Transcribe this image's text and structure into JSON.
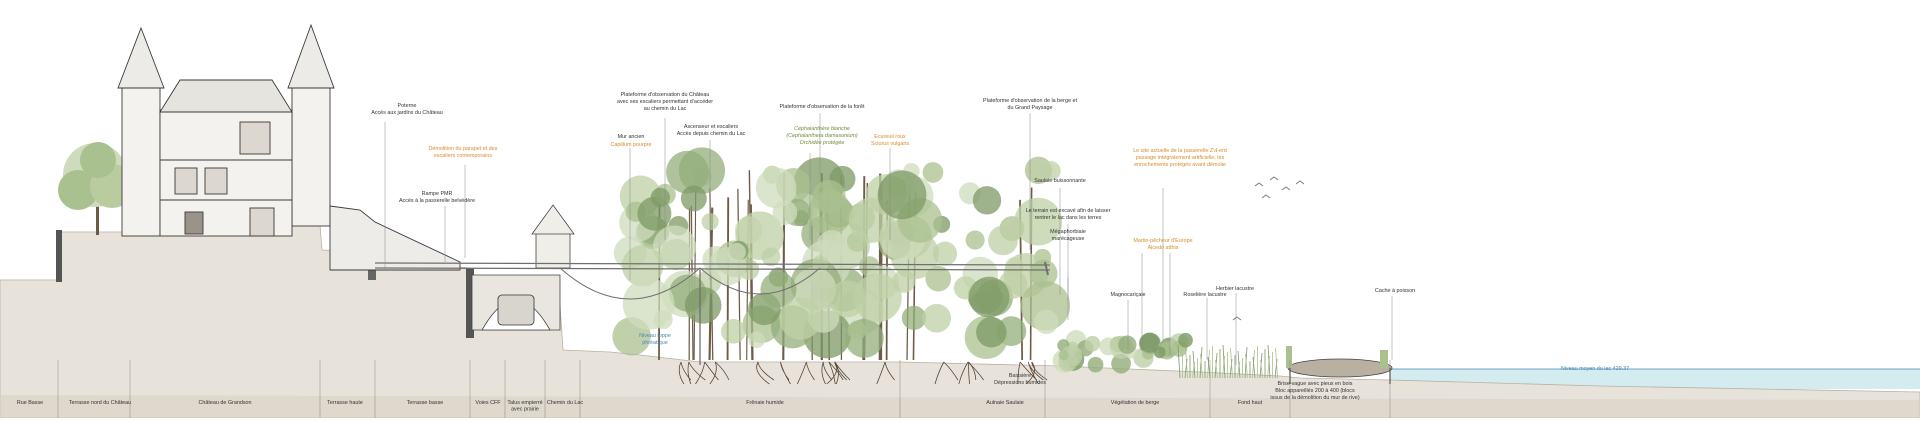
{
  "colors": {
    "ground": "#e8e3da",
    "ground_dark": "#d6cfc3",
    "foliage_light": "#cfdcbc",
    "foliage_mid": "#a9c08f",
    "foliage_dark": "#7d9a66",
    "annotation_orange": "#d98c2b",
    "annotation_green": "#6f8f3a",
    "annotation_black": "#333333",
    "water": "#d3ecef",
    "water_line": "#4b88b6",
    "roots": "#5a4633"
  },
  "zones": [
    "Rue Basse",
    "Terrasse nord du Château",
    "Château de Grandson",
    "Terrasse haute",
    "Terrasse basse",
    "Voies CFF",
    "Talus empierré\navec prairie",
    "Chemin du Lac",
    "Frênaie humide",
    "Aulnaie Saulaie",
    "Végétation de berge",
    "Fond haut"
  ],
  "annotations": [
    {
      "text": "Poterne\nAccès aux jardins du Château",
      "style": "black"
    },
    {
      "text": "Démolition du parapet et des\nescaliers contemporains",
      "style": "orange"
    },
    {
      "text": "Rampe PMR\nAccès à la passerelle belvédère",
      "style": "black"
    },
    {
      "text": "Plateforme d'observation du Château\navec ses escaliers permettant d'accéder\nau chemin du Lac",
      "style": "black"
    },
    {
      "text": "Mur ancien",
      "style": "black"
    },
    {
      "text": "Capillum pourpre",
      "style": "orange"
    },
    {
      "text": "Ascenseur et escaliers\nAccès depuis chemin du Lac",
      "style": "black"
    },
    {
      "text": "Plateforme d'observation de la forêt",
      "style": "black"
    },
    {
      "text": "Céphalanthère blanche\n(Cephalanthera damasonium)\nOrchidée protégée",
      "style": "green"
    },
    {
      "text": "Ecureuil roux\nSciurus vulgaris",
      "style": "orange"
    },
    {
      "text": "Plateforme d'observation de la berge et\ndu Grand Paysage",
      "style": "black"
    },
    {
      "text": "Saulaie buissonnante",
      "style": "black"
    },
    {
      "text": "Le terrain est excavé afin de laisser\nrentrer le lac dans les terres",
      "style": "black"
    },
    {
      "text": "Le site actuelle de la passerelle Z'd-erd\npassage intégralement artificielle, les\nenrochements protégés avant démolie",
      "style": "orange"
    },
    {
      "text": "Mégaphorbiaie\nmarécageuse",
      "style": "black"
    },
    {
      "text": "Martin-pêcheur d'Europe\nAlcedo atthis",
      "style": "orange"
    },
    {
      "text": "Magnocariçaie",
      "style": "black"
    },
    {
      "text": "Roselière lacustre",
      "style": "black"
    },
    {
      "text": "Herbier lacustre",
      "style": "black"
    },
    {
      "text": "Cache à poisson",
      "style": "black"
    },
    {
      "text": "Niveau toppe\nphréatique",
      "style": "blue"
    },
    {
      "text": "Baissière\nDépressions humides",
      "style": "black"
    },
    {
      "text": "Niveau moyen du lac 429.37",
      "style": "blue"
    },
    {
      "text": "Brise-vague avec pieux en bois\nBloc appareillés 200 à 400 (blocs\nissus de la démolition du mur de rive)",
      "style": "black"
    }
  ]
}
